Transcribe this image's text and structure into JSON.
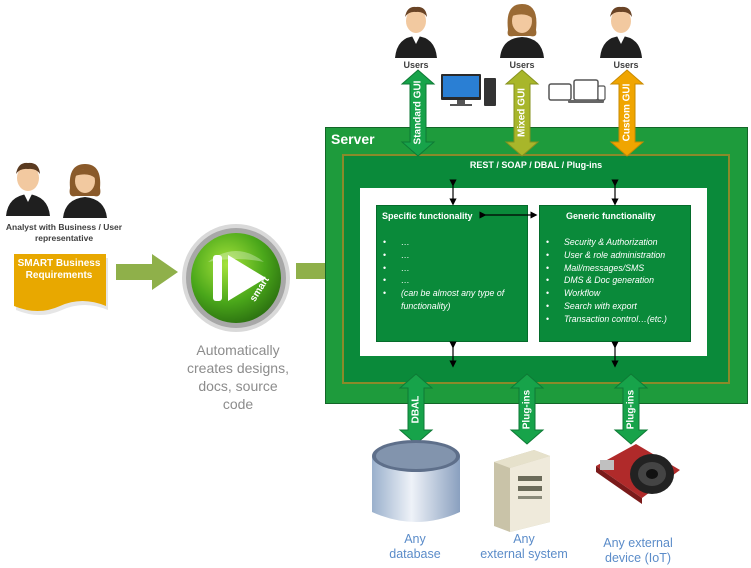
{
  "analyst": {
    "caption_line1": "Analyst with Business / User",
    "caption_line2": "representative"
  },
  "requirements_doc": {
    "label_line1": "SMART Business",
    "label_line2": "Requirements"
  },
  "smart_logo": {
    "label": "smart"
  },
  "auto_caption": {
    "line1": "Automatically",
    "line2": "creates designs,",
    "line3": "docs, source",
    "line4": "code"
  },
  "users": [
    {
      "label": "Users",
      "arrow": "Standard GUI"
    },
    {
      "label": "Users",
      "arrow": "Mixed GUI"
    },
    {
      "label": "Users",
      "arrow": "Custom GUI"
    }
  ],
  "server": {
    "title": "Server",
    "protocols": "REST / SOAP / DBAL / Plug-ins",
    "specific": {
      "title": "Specific functionality",
      "items": [
        "…",
        "…",
        "…",
        "…",
        "(can be almost any type of functionality)"
      ]
    },
    "generic": {
      "title": "Generic functionality",
      "items": [
        "Security & Authorization",
        "User & role administration",
        "Mail/messages/SMS",
        "DMS & Doc generation",
        "Workflow",
        "Search with export",
        "Transaction control…(etc.)"
      ]
    }
  },
  "bottom": [
    {
      "arrow": "DBAL",
      "caption_line1": "Any",
      "caption_line2": "database"
    },
    {
      "arrow": "Plug-ins",
      "caption_line1": "Any",
      "caption_line2": "external system"
    },
    {
      "arrow": "Plug-ins",
      "caption_line1": "Any external",
      "caption_line2": "device (IoT)"
    }
  ],
  "colors": {
    "server_green": "#1e9b3c",
    "inner_green": "#0a8a3a",
    "olive_border": "#8a8a2a",
    "arrow_green": "#17a34a",
    "arrow_olive": "#a8b62a",
    "arrow_orange": "#f0a500",
    "doc_yellow": "#e8a800",
    "big_arrow": "#8fb04a"
  }
}
